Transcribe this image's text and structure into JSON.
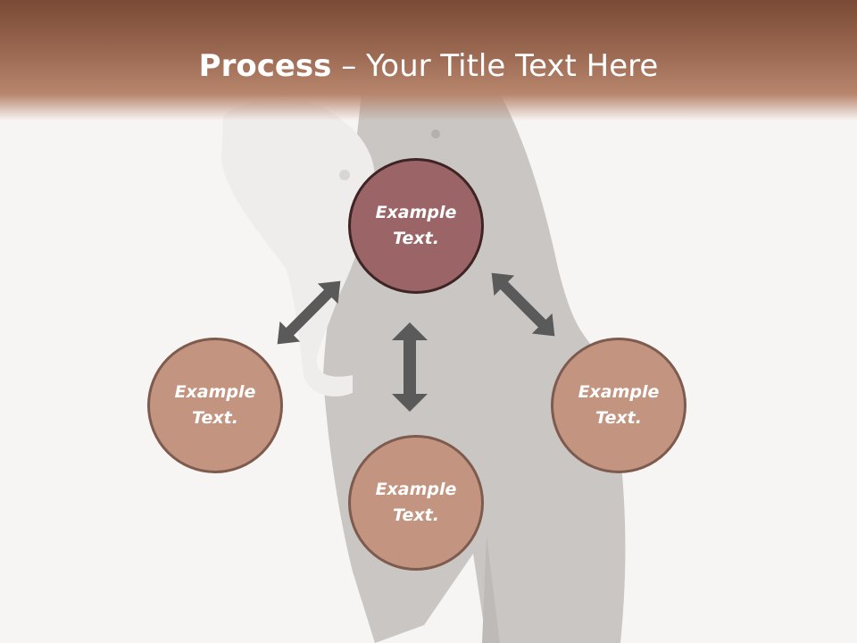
{
  "slide": {
    "title_bold": "Process",
    "title_dash": " – ",
    "title_rest": "Your Title Text Here"
  },
  "diagram": {
    "nodes": {
      "top": {
        "line1": "Example",
        "line2": "Text."
      },
      "left": {
        "line1": "Example",
        "line2": "Text."
      },
      "right": {
        "line1": "Example",
        "line2": "Text."
      },
      "bottom": {
        "line1": "Example",
        "line2": "Text."
      }
    }
  },
  "colors": {
    "header": "#8a5844",
    "primary_node": "#9b6567",
    "secondary_node": "#c39480",
    "arrow": "#5a5a5a"
  }
}
